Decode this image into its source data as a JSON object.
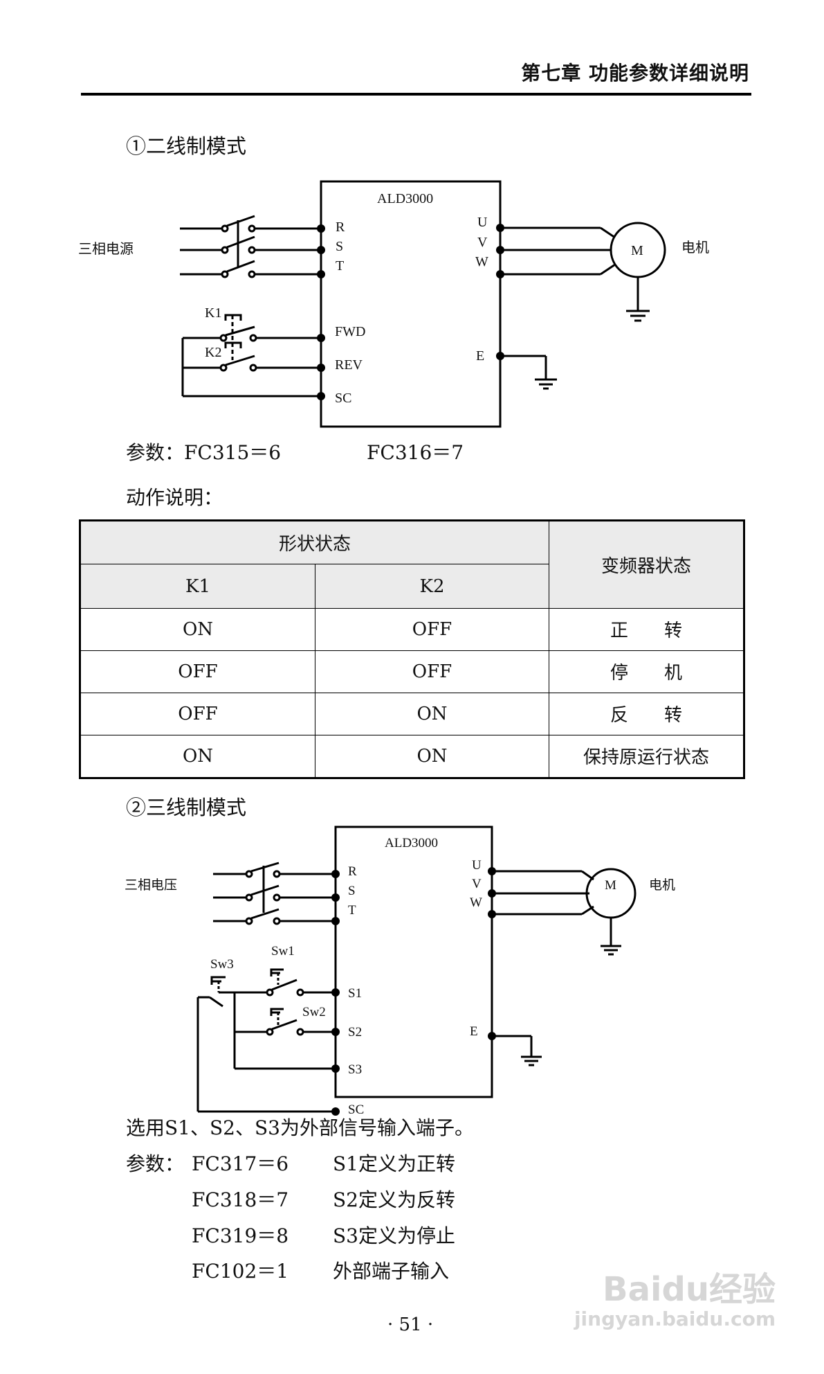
{
  "header": {
    "chapter_title": "第七章  功能参数详细说明"
  },
  "section1": {
    "title": "①二线制模式",
    "diagram": {
      "device": "ALD3000",
      "power_label": "三相电源",
      "motor_label": "电机",
      "motor_symbol": "M",
      "input_terminals": [
        "R",
        "S",
        "T"
      ],
      "output_terminals": [
        "U",
        "V",
        "W"
      ],
      "control_terminals": [
        "FWD",
        "REV",
        "SC"
      ],
      "earth_terminal": "E",
      "switch_labels": [
        "K1",
        "K2"
      ]
    },
    "params": [
      "参数：FC315＝6",
      "FC316＝7"
    ],
    "action_title": "动作说明：",
    "table": {
      "group_header": "形状状态",
      "state_header": "变频器状态",
      "columns": [
        "K1",
        "K2"
      ],
      "rows": [
        {
          "k1": "ON",
          "k2": "OFF",
          "state": "正　　转"
        },
        {
          "k1": "OFF",
          "k2": "OFF",
          "state": "停　　机"
        },
        {
          "k1": "OFF",
          "k2": "ON",
          "state": "反　　转"
        },
        {
          "k1": "ON",
          "k2": "ON",
          "state": "保持原运行状态"
        }
      ]
    }
  },
  "section2": {
    "title": "②三线制模式",
    "diagram": {
      "device": "ALD3000",
      "power_label": "三相电压",
      "motor_label": "电机",
      "motor_symbol": "M",
      "input_terminals": [
        "R",
        "S",
        "T"
      ],
      "output_terminals": [
        "U",
        "V",
        "W"
      ],
      "control_terminals": [
        "S1",
        "S2",
        "S3",
        "SC"
      ],
      "earth_terminal": "E",
      "switch_labels": [
        "Sw1",
        "Sw2",
        "Sw3"
      ]
    },
    "note": "选用S1、S2、S3为外部信号输入端子。",
    "params_prefix": "参数：",
    "params": [
      {
        "param": "FC317＝6",
        "desc": "S1定义为正转"
      },
      {
        "param": "FC318＝7",
        "desc": "S2定义为反转"
      },
      {
        "param": "FC319＝8",
        "desc": "S3定义为停止"
      },
      {
        "param": "FC102＝1",
        "desc": "外部端子输入"
      }
    ]
  },
  "footer": {
    "page_number": "· 51 ·"
  },
  "watermark": {
    "brand": "Baidu经验",
    "url": "jingyan.baidu.com"
  }
}
